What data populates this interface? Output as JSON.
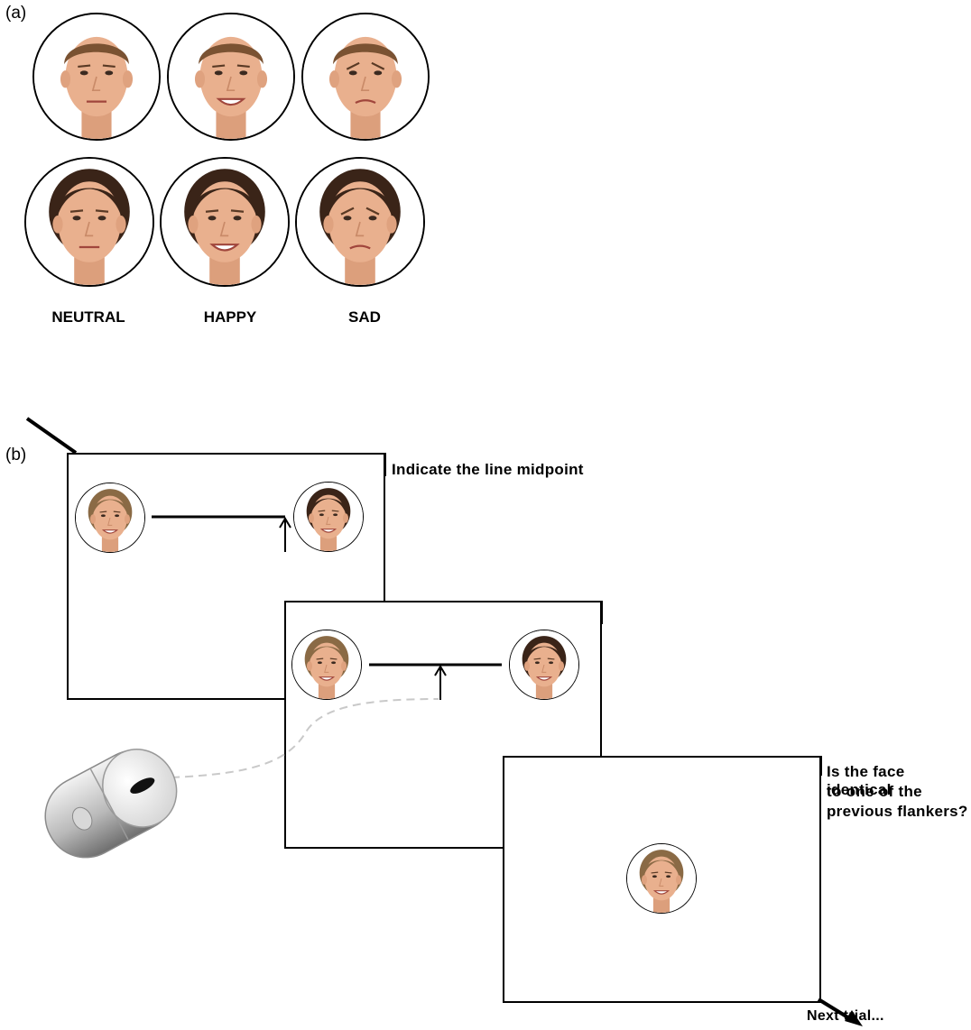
{
  "panels": {
    "a_label": "(a)",
    "b_label": "(b)"
  },
  "emotions": [
    "NEUTRAL",
    "HAPPY",
    "SAD"
  ],
  "instructions": {
    "midpoint": "Indicate the line midpoint",
    "recognition_line1": "Is the face identical",
    "recognition_line2": "to one of the",
    "recognition_line3": "previous flankers?",
    "next_trial": "Next trial..."
  },
  "icons": {
    "mouse": "computer-mouse-icon"
  },
  "colors": {
    "skin": "#e9b08e",
    "hair_male": "#7a5232",
    "hair_female": "#3a2418",
    "line": "#000000",
    "dashed_path": "#c8c8c8"
  }
}
